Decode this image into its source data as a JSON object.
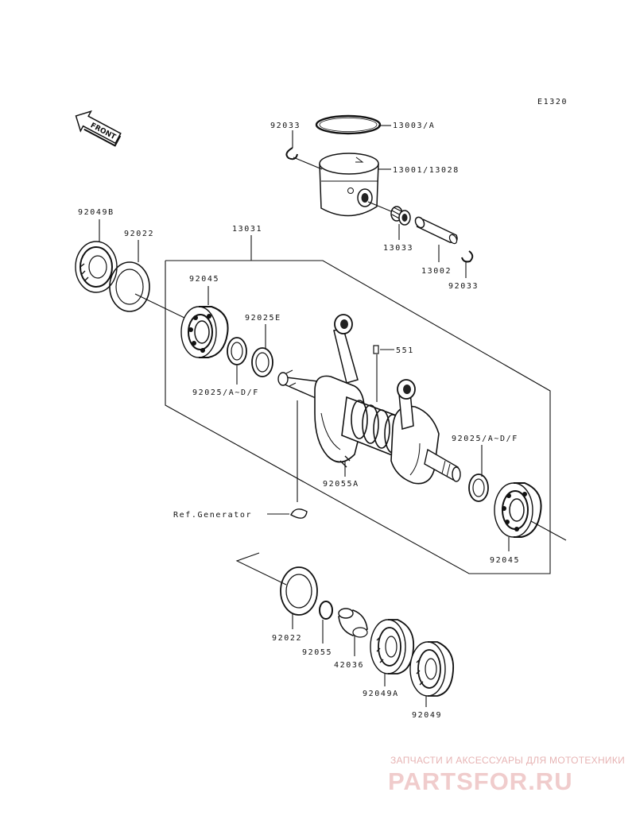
{
  "diagram_code": "E1320",
  "front_label": "FRONT",
  "labels": {
    "p13003A": "13003/A",
    "p13001": "13001/13028",
    "p92033_top": "92033",
    "p13033": "13033",
    "p13002": "13002",
    "p92033_right": "92033",
    "p13031": "13031",
    "p92049B": "92049B",
    "p92022_top": "92022",
    "p92045_left": "92045",
    "p92025E": "92025E",
    "p551": "551",
    "p92025_left": "92025/A~D/F",
    "p92025_right": "92025/A~D/F",
    "p92055A": "92055A",
    "ref_generator": "Ref.Generator",
    "p92045_right": "92045",
    "p92022_bottom": "92022",
    "p92055": "92055",
    "p42036": "42036",
    "p92049A": "92049A",
    "p92049": "92049"
  },
  "watermark": {
    "tagline": "ЗАПЧАСТИ И АКСЕССУАРЫ ДЛЯ МОТОТЕХНИКИ",
    "brand": "PARTSFOR.RU"
  }
}
